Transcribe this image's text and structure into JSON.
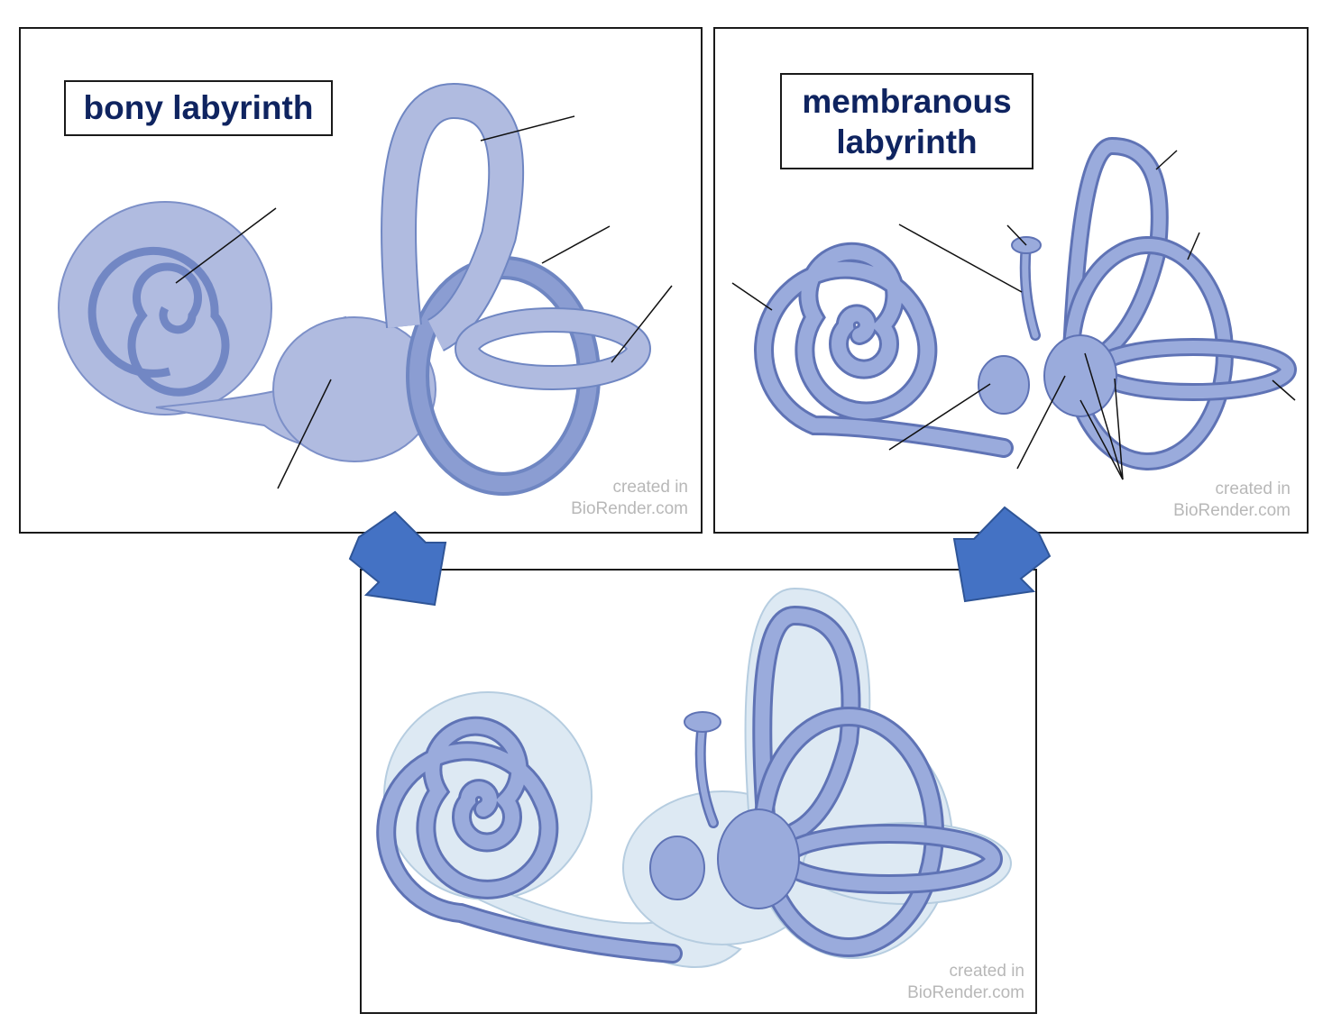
{
  "panels": {
    "bony": {
      "title": "bony labyrinth",
      "watermark_line1": "created in",
      "watermark_line2": "BioRender.com"
    },
    "membranous": {
      "title": "membranous labyrinth",
      "watermark_line1": "created in",
      "watermark_line2": "BioRender.com"
    },
    "combined": {
      "watermark_line1": "created in",
      "watermark_line2": "BioRender.com"
    }
  },
  "colors": {
    "bony_fill": "#b0bbe0",
    "bony_dark": "#6f86c2",
    "membranous_fill": "#9aabdc",
    "membranous_stroke": "#5f73b5",
    "perilymph_fill": "#dde9f3",
    "arrow": "#4472c4",
    "title_text": "#0f2460",
    "watermark": "#b8b8b8"
  }
}
